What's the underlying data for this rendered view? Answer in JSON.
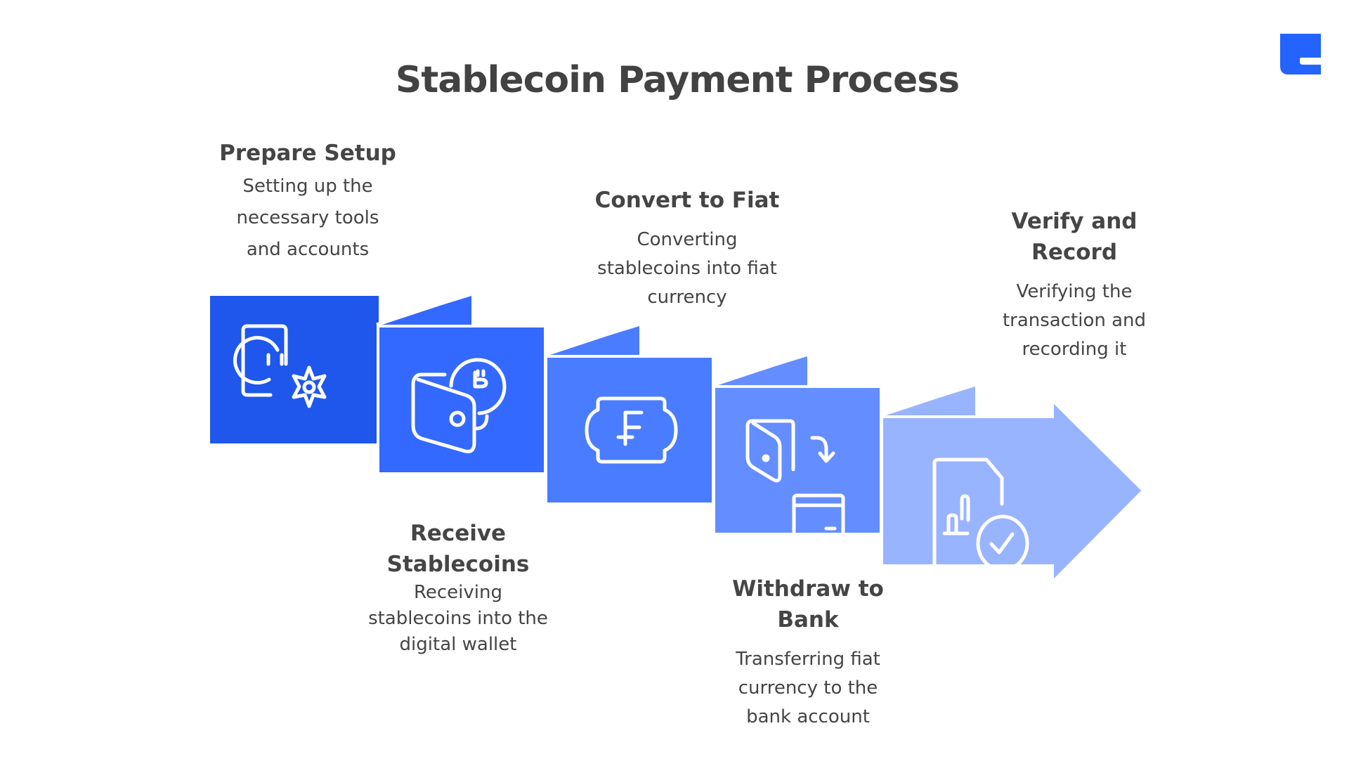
{
  "title": "Stablecoin Payment Process",
  "colors": {
    "step1": "#1f57ec",
    "step2": "#3469ff",
    "step3": "#4a7cff",
    "step4": "#648eff",
    "step5": "#99b4ff",
    "logo": "#2563ff"
  },
  "steps": [
    {
      "title": "Prepare Setup",
      "desc": [
        "Setting up the",
        "necessary tools",
        "and accounts"
      ],
      "icon": "setup-gear-icon"
    },
    {
      "title_lines": [
        "Receive",
        "Stablecoins"
      ],
      "desc": [
        "Receiving",
        "stablecoins into the",
        "digital wallet"
      ],
      "icon": "crypto-wallet-icon"
    },
    {
      "title": "Convert to Fiat",
      "desc": [
        "Converting",
        "stablecoins into fiat",
        "currency"
      ],
      "icon": "franc-currency-icon"
    },
    {
      "title_lines": [
        "Withdraw to",
        "Bank"
      ],
      "desc": [
        "Transferring fiat",
        "currency to the",
        "bank account"
      ],
      "icon": "wallet-to-card-transfer-icon"
    },
    {
      "title_lines": [
        "Verify and",
        "Record"
      ],
      "desc": [
        "Verifying the",
        "transaction and",
        "recording it"
      ],
      "icon": "verified-report-icon"
    }
  ]
}
